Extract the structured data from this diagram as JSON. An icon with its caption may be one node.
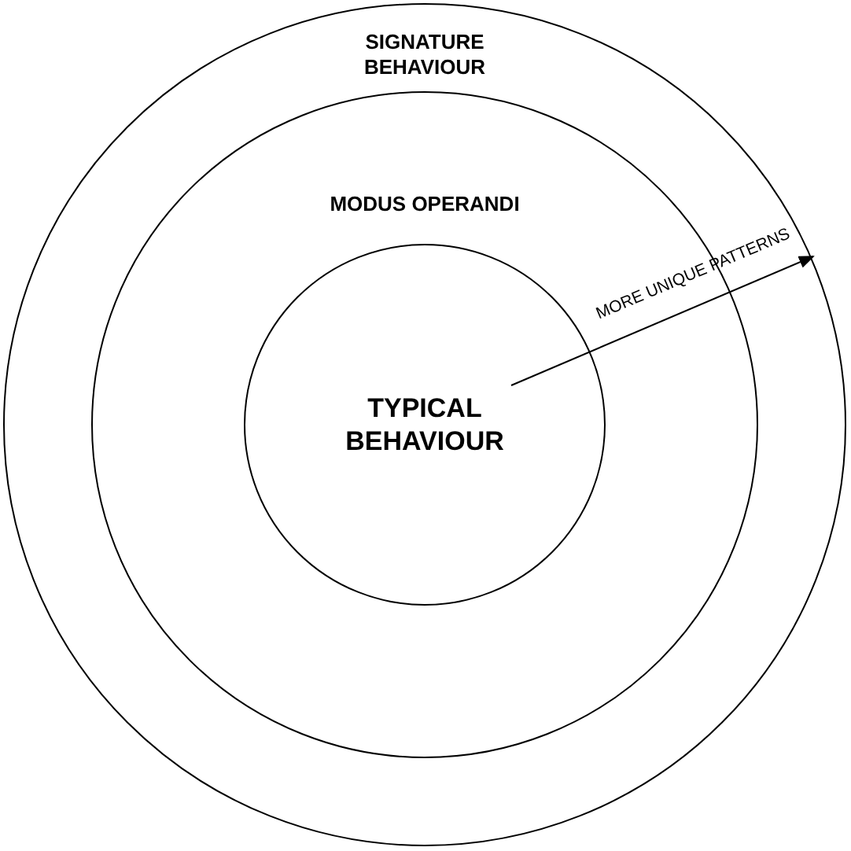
{
  "diagram": {
    "nodes": [
      {
        "text": [
          "SIGNATURE BEHAVIOUR"
        ]
      },
      {
        "text": [
          "MODUS OPERANDI"
        ],
        "in": 0
      },
      {
        "text": [
          "TYPICAL BEHAVIOUR"
        ],
        "in": 1
      }
    ],
    "labels": [
      "MORE UNIQUE PATTERNS"
    ]
  }
}
